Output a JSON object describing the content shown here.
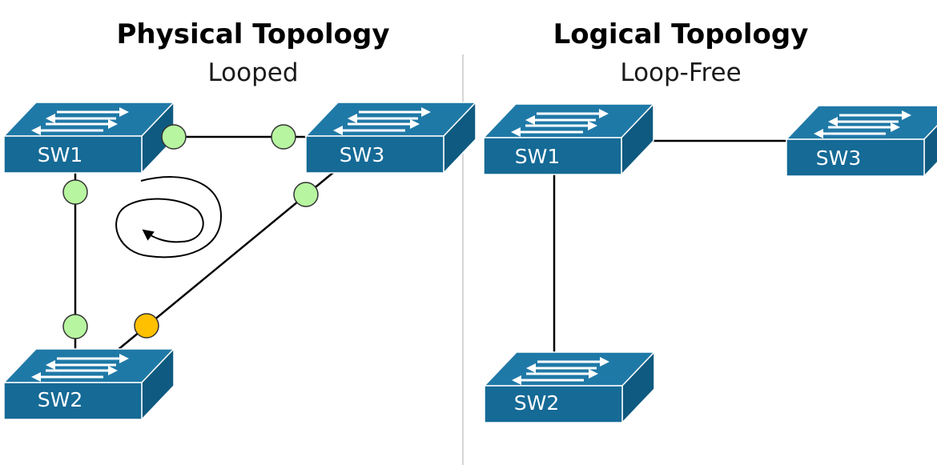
{
  "panels": {
    "physical": {
      "title": "Physical Topology",
      "subtitle": "Looped"
    },
    "logical": {
      "title": "Logical Topology",
      "subtitle": "Loop-Free"
    }
  },
  "switches": {
    "sw1": "SW1",
    "sw2": "SW2",
    "sw3": "SW3"
  },
  "colors": {
    "switch_front": "#156a96",
    "switch_top": "#1f79a7",
    "switch_side": "#0f5a80",
    "port_forwarding": "#b7f5a0",
    "port_blocking": "#ffc000"
  },
  "port_states": {
    "sw1_sw3_at_sw1": "forwarding",
    "sw1_sw3_at_sw3": "forwarding",
    "sw1_sw2_at_sw1": "forwarding",
    "sw1_sw2_at_sw2": "forwarding",
    "sw2_sw3_at_sw3": "forwarding",
    "sw2_sw3_at_sw2": "blocking"
  },
  "icons": {
    "loop": "loop-spiral-icon"
  }
}
